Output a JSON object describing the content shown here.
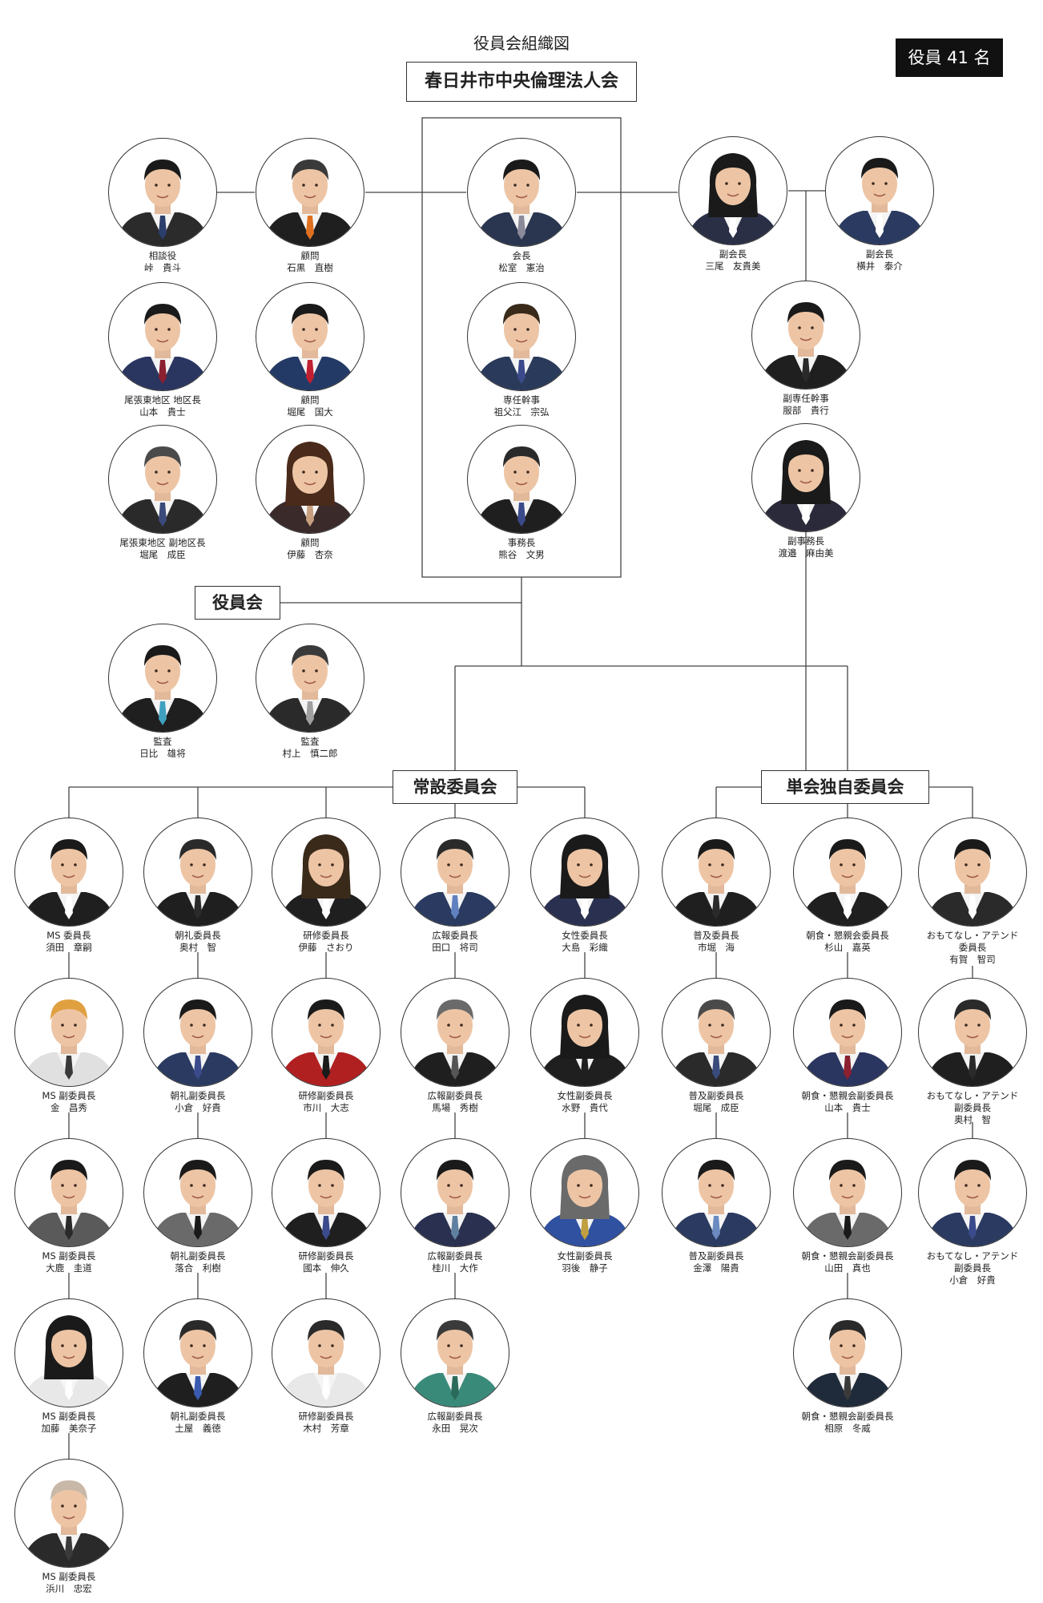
{
  "title": "役員会組織図",
  "org_name": "春日井市中央倫理法人会",
  "badge": "役員 41 名",
  "labels": {
    "board": "役員会",
    "standing": "常設委員会",
    "independent": "単会独自委員会"
  },
  "colors": {
    "line": "#444444",
    "border": "#333333",
    "badge_bg": "#111111",
    "badge_text": "#ffffff"
  },
  "members": [
    {
      "id": "soudan",
      "role": "相談役",
      "name": "峠　貴斗",
      "suit": "#2b2b2b",
      "tie": "#2c3e6b",
      "hair": "#1a1a1a"
    },
    {
      "id": "komon1",
      "role": "顧問",
      "name": "石黒　直樹",
      "suit": "#1f1f1f",
      "tie": "#e07020",
      "hair": "#3a3a3a"
    },
    {
      "id": "kaicho",
      "role": "会長",
      "name": "松室　憲治",
      "suit": "#2a3550",
      "tie": "#8a8a9a",
      "hair": "#1a1a1a"
    },
    {
      "id": "fuku1",
      "role": "副会長",
      "name": "三尾　友貴美",
      "suit": "#2a2f45",
      "tie": "#ffffff",
      "hair": "#1a1a1a",
      "female": true
    },
    {
      "id": "fuku2",
      "role": "副会長",
      "name": "横井　泰介",
      "suit": "#2a3a60",
      "tie": "#ffffff",
      "hair": "#1a1a1a"
    },
    {
      "id": "chiku",
      "role": "尾張東地区 地区長",
      "name": "山本　貴士",
      "suit": "#2a3560",
      "tie": "#8a2030",
      "hair": "#1a1a1a"
    },
    {
      "id": "komon2",
      "role": "顧問",
      "name": "堀尾　国大",
      "suit": "#243a66",
      "tie": "#c02030",
      "hair": "#1a1a1a"
    },
    {
      "id": "senmu",
      "role": "専任幹事",
      "name": "祖父江　宗弘",
      "suit": "#2a3a5a",
      "tie": "#3a4a8a",
      "hair": "#3a2a1a"
    },
    {
      "id": "fukusenmu",
      "role": "副専任幹事",
      "name": "服部　貴行",
      "suit": "#1f1f1f",
      "tie": "#2a2a2a",
      "hair": "#1a1a1a"
    },
    {
      "id": "fukuchiku",
      "role": "尾張東地区 副地区長",
      "name": "堀尾　成臣",
      "suit": "#2a2a2a",
      "tie": "#3a4a7a",
      "hair": "#4a4a4a"
    },
    {
      "id": "komon3",
      "role": "顧問",
      "name": "伊藤　杏奈",
      "suit": "#3a2a2a",
      "tie": "#c8a080",
      "hair": "#4a2a1a",
      "female": true
    },
    {
      "id": "jimu",
      "role": "事務長",
      "name": "熊谷　文男",
      "suit": "#1f1f1f",
      "tie": "#3a4a8a",
      "hair": "#2a2a2a"
    },
    {
      "id": "fukujimu",
      "role": "副事務長",
      "name": "渡邉　麻由美",
      "suit": "#2a2a3a",
      "tie": "#ffffff",
      "hair": "#1a1a1a",
      "female": true
    },
    {
      "id": "kansa1",
      "role": "監査",
      "name": "日比　雄将",
      "suit": "#1f1f1f",
      "tie": "#40a0c0",
      "hair": "#1a1a1a"
    },
    {
      "id": "kansa2",
      "role": "監査",
      "name": "村上　慎二郎",
      "suit": "#2a2a2a",
      "tie": "#a0a0a0",
      "hair": "#3a3a3a"
    },
    {
      "id": "ms1",
      "role": "MS 委員長",
      "name": "須田　章嗣",
      "suit": "#1f1f1f",
      "tie": "#ffffff",
      "hair": "#1a1a1a"
    },
    {
      "id": "asa1",
      "role": "朝礼委員長",
      "name": "奥村　智",
      "suit": "#1f1f1f",
      "tie": "#2a2a2a",
      "hair": "#2a2a2a"
    },
    {
      "id": "ken1",
      "role": "研修委員長",
      "name": "伊藤　さおり",
      "suit": "#1f1f1f",
      "tie": "#ffffff",
      "hair": "#3a2a1a",
      "female": true
    },
    {
      "id": "kou1",
      "role": "広報委員長",
      "name": "田口　将司",
      "suit": "#2a3a60",
      "tie": "#6080c0",
      "hair": "#2a2a2a"
    },
    {
      "id": "jo1",
      "role": "女性委員長",
      "name": "大島　彩織",
      "suit": "#2a3050",
      "tie": "#ffffff",
      "hair": "#1a1a1a",
      "female": true
    },
    {
      "id": "fu1",
      "role": "普及委員長",
      "name": "市堀　海",
      "suit": "#1f1f1f",
      "tie": "#2a2a2a",
      "hair": "#1a1a1a"
    },
    {
      "id": "cho1",
      "role": "朝食・懇親会委員長",
      "name": "杉山　嘉英",
      "suit": "#1f1f1f",
      "tie": "#ffffff",
      "hair": "#1a1a1a"
    },
    {
      "id": "omo1",
      "role": "おもてなし・アテンド",
      "role2": "委員長",
      "name": "有賀　智司",
      "suit": "#2a2a2a",
      "tie": "#ffffff",
      "hair": "#1a1a1a"
    },
    {
      "id": "ms2",
      "role": "MS 副委員長",
      "name": "金　昌秀",
      "suit": "#e0e0e0",
      "tie": "#3a3a3a",
      "hair": "#e0a040"
    },
    {
      "id": "asa2",
      "role": "朝礼副委員長",
      "name": "小倉　好貴",
      "suit": "#2a3a60",
      "tie": "#3a4a8a",
      "hair": "#1a1a1a"
    },
    {
      "id": "ken2",
      "role": "研修副委員長",
      "name": "市川　大志",
      "suit": "#b02020",
      "tie": "#1a1a1a",
      "hair": "#1a1a1a"
    },
    {
      "id": "kou2",
      "role": "広報副委員長",
      "name": "馬場　秀樹",
      "suit": "#1f1f1f",
      "tie": "#555555",
      "hair": "#6a6a6a"
    },
    {
      "id": "jo2",
      "role": "女性副委員長",
      "name": "水野　貴代",
      "suit": "#1f1f1f",
      "tie": "#1f1f1f",
      "hair": "#1a1a1a",
      "female": true
    },
    {
      "id": "fu2",
      "role": "普及副委員長",
      "name": "堀尾　成臣",
      "suit": "#2a2a2a",
      "tie": "#3a4a7a",
      "hair": "#4a4a4a"
    },
    {
      "id": "cho2",
      "role": "朝食・懇親会副委員長",
      "name": "山本　貴士",
      "suit": "#2a3560",
      "tie": "#8a2030",
      "hair": "#1a1a1a"
    },
    {
      "id": "omo2",
      "role": "おもてなし・アテンド",
      "role2": "副委員長",
      "name": "奥村　智",
      "suit": "#1f1f1f",
      "tie": "#2a2a2a",
      "hair": "#2a2a2a"
    },
    {
      "id": "ms3",
      "role": "MS 副委員長",
      "name": "大鹿　圭道",
      "suit": "#5a5a5a",
      "tie": "#2a2a2a",
      "hair": "#1a1a1a"
    },
    {
      "id": "asa3",
      "role": "朝礼副委員長",
      "name": "落合　利樹",
      "suit": "#6a6a6a",
      "tie": "#1a1a1a",
      "hair": "#1a1a1a"
    },
    {
      "id": "ken3",
      "role": "研修副委員長",
      "name": "國本　伸久",
      "suit": "#1f1f1f",
      "tie": "#3a4a8a",
      "hair": "#1a1a1a"
    },
    {
      "id": "kou3",
      "role": "広報副委員長",
      "name": "桂川　大作",
      "suit": "#2a3050",
      "tie": "#6080a0",
      "hair": "#1a1a1a"
    },
    {
      "id": "jo3",
      "role": "女性副委員長",
      "name": "羽後　静子",
      "suit": "#3050a0",
      "tie": "#c0a040",
      "hair": "#6a6a6a",
      "female": true
    },
    {
      "id": "fu3",
      "role": "普及副委員長",
      "name": "金澤　陽貴",
      "suit": "#2a3a60",
      "tie": "#6a8ac0",
      "hair": "#1a1a1a"
    },
    {
      "id": "cho3",
      "role": "朝食・懇親会副委員長",
      "name": "山田　真也",
      "suit": "#6a6a6a",
      "tie": "#1a1a1a",
      "hair": "#1a1a1a"
    },
    {
      "id": "omo3",
      "role": "おもてなし・アテンド",
      "role2": "副委員長",
      "name": "小倉　好貴",
      "suit": "#2a3a60",
      "tie": "#3a4a8a",
      "hair": "#1a1a1a"
    },
    {
      "id": "ms4",
      "role": "MS 副委員長",
      "name": "加藤　美奈子",
      "suit": "#e8e8e8",
      "tie": "#ffffff",
      "hair": "#1a1a1a",
      "female": true
    },
    {
      "id": "asa4",
      "role": "朝礼副委員長",
      "name": "土屋　義徳",
      "suit": "#1f1f1f",
      "tie": "#3a5ab0",
      "hair": "#2a2a2a"
    },
    {
      "id": "ken4",
      "role": "研修副委員長",
      "name": "木村　芳章",
      "suit": "#e8e8e8",
      "tie": "#ffffff",
      "hair": "#2a2a2a"
    },
    {
      "id": "kou4",
      "role": "広報副委員長",
      "name": "永田　晃次",
      "suit": "#3a8a7a",
      "tie": "#2a6a5a",
      "hair": "#3a3a3a"
    },
    {
      "id": "cho4",
      "role": "朝食・懇親会副委員長",
      "name": "相原　冬威",
      "suit": "#1f2a3a",
      "tie": "#3a3a3a",
      "hair": "#2a2a2a"
    },
    {
      "id": "ms5",
      "role": "MS 副委員長",
      "name": "浜川　忠宏",
      "suit": "#2a2a2a",
      "tie": "#3a3a3a",
      "hair": "#c8b8a8"
    }
  ]
}
